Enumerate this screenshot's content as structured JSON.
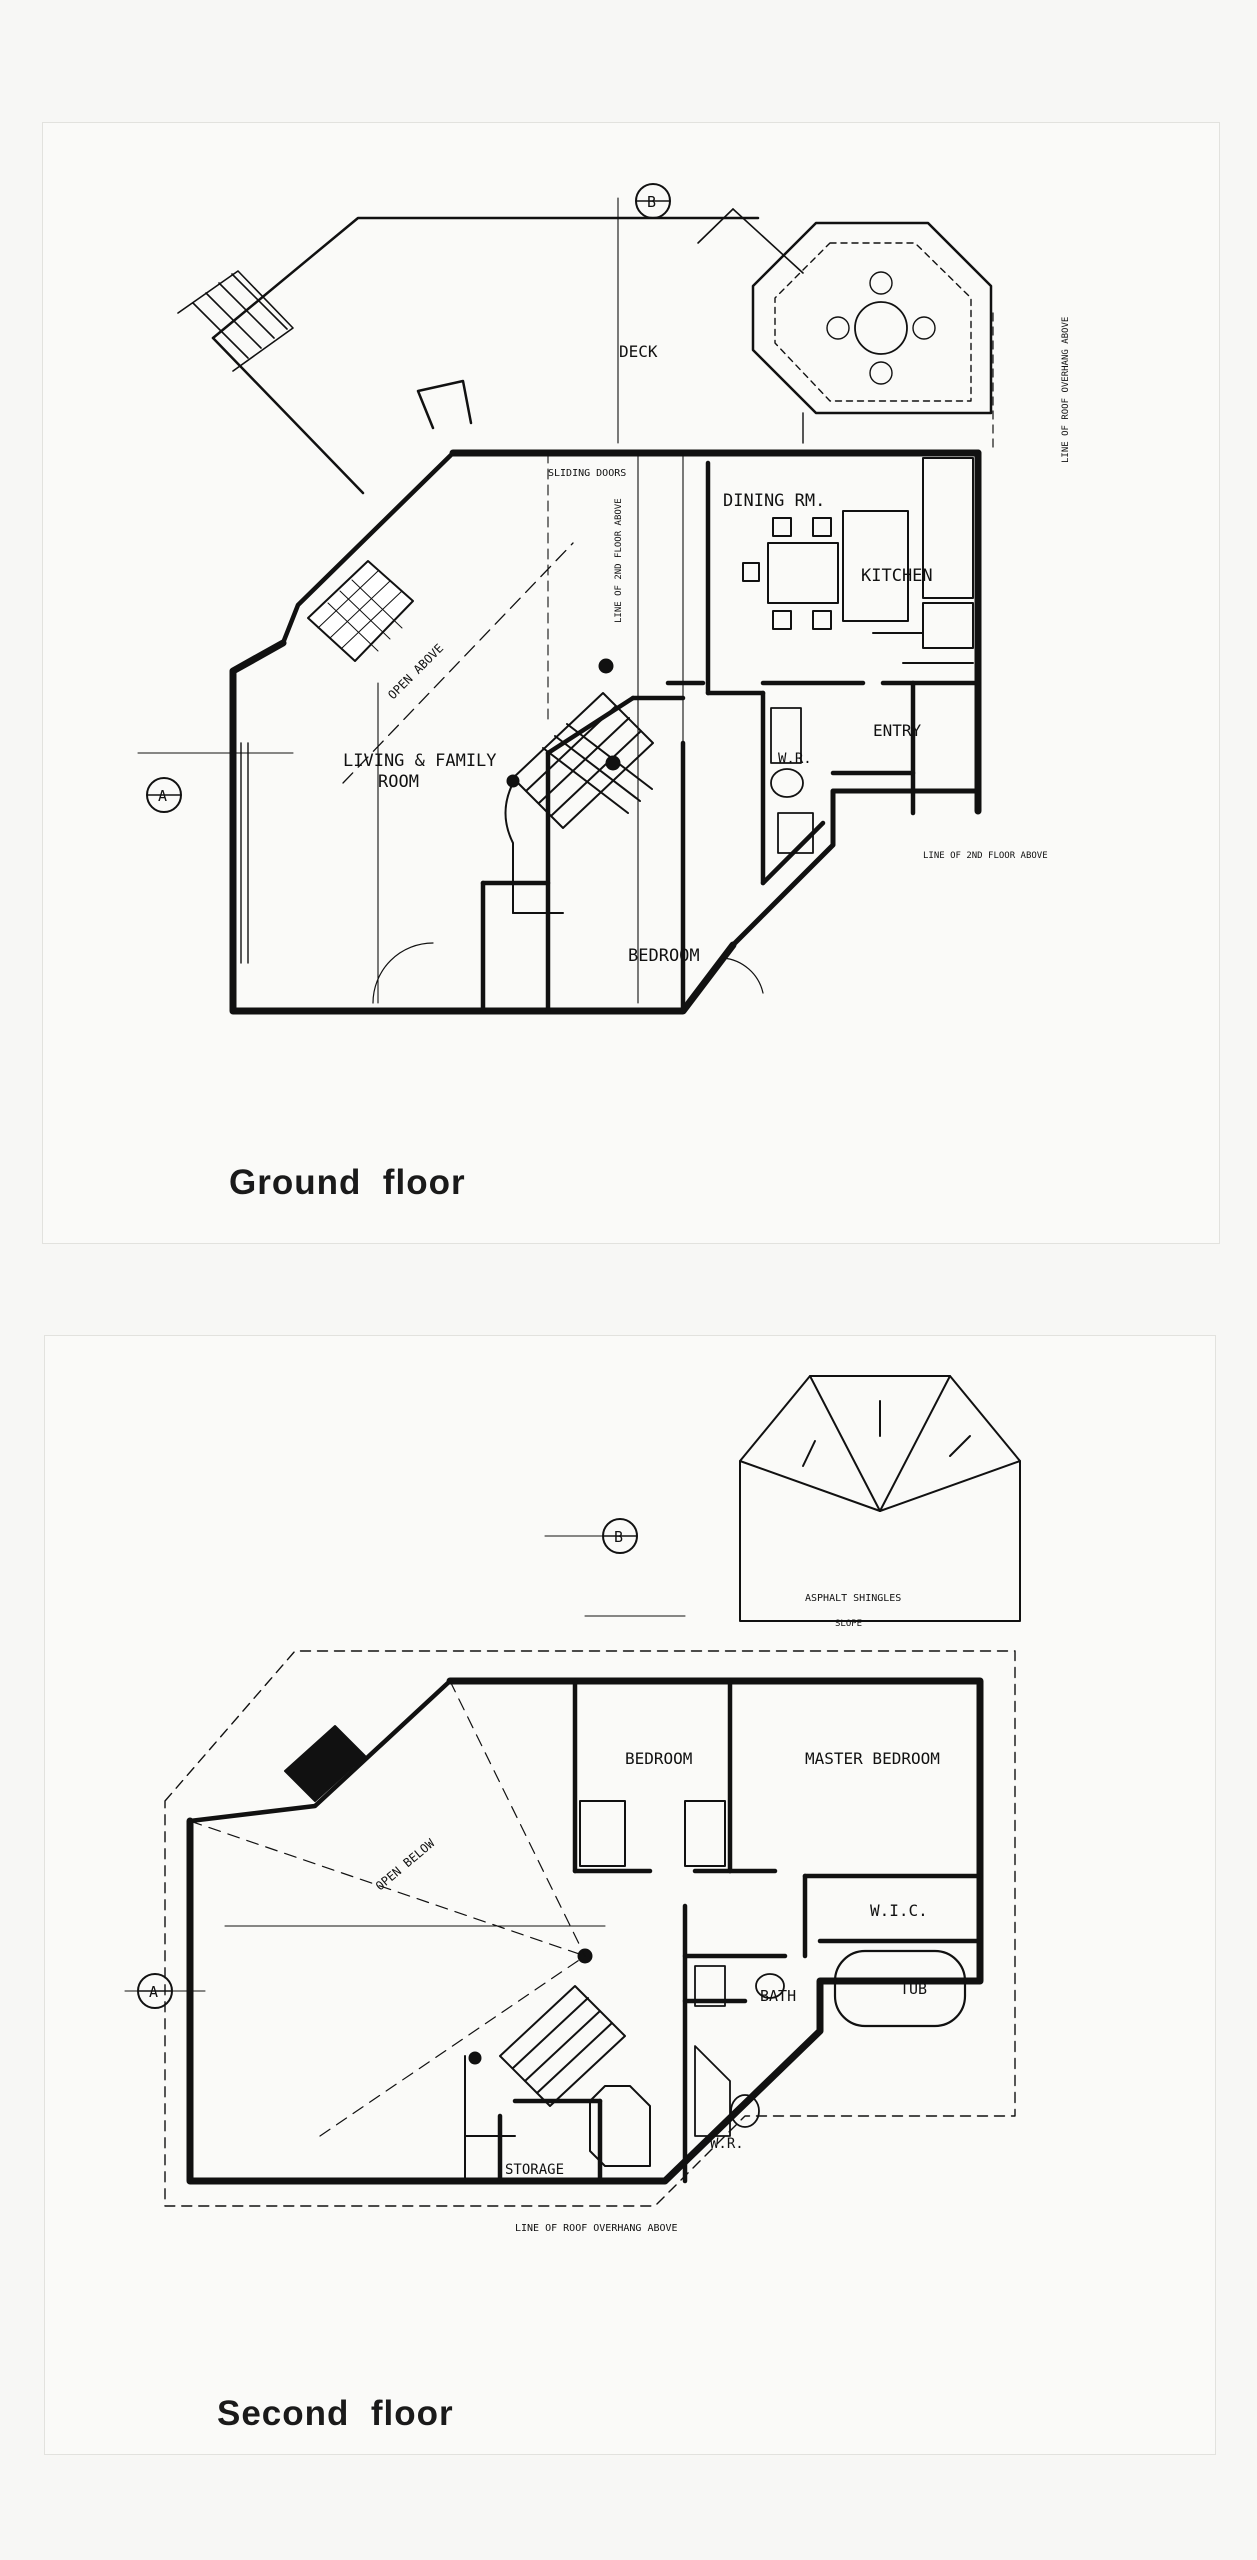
{
  "ground_floor": {
    "caption": "Ground  floor",
    "rooms": {
      "deck": "DECK",
      "dining": "DINING RM.",
      "kitchen": "KITCHEN",
      "living": "LIVING & FAMILY",
      "living2": "ROOM",
      "entry": "ENTRY",
      "wc": "W.R.",
      "bedroom": "BEDROOM"
    },
    "notes": {
      "open_above": "OPEN ABOVE",
      "sliding_doors": "SLIDING DOORS",
      "line_2nd_floor": "LINE OF 2ND FLOOR ABOVE",
      "line_roof": "LINE OF ROOF OVERHANG ABOVE",
      "line_2nd_floor_above": "LINE OF 2ND FLOOR ABOVE",
      "section_a": "A",
      "section_b": "B"
    }
  },
  "second_floor": {
    "caption": "Second  floor",
    "rooms": {
      "bedroom": "BEDROOM",
      "master": "MASTER BEDROOM",
      "wic": "W.I.C.",
      "tub": "TUB",
      "bath": "BATH",
      "wc": "W.R.",
      "storage": "STORAGE"
    },
    "notes": {
      "open_below": "OPEN BELOW",
      "asphalt": "ASPHALT SHINGLES",
      "slope": "SLOPE",
      "line_roof": "LINE OF ROOF OVERHANG ABOVE",
      "section_a": "A",
      "section_b": "B"
    }
  }
}
